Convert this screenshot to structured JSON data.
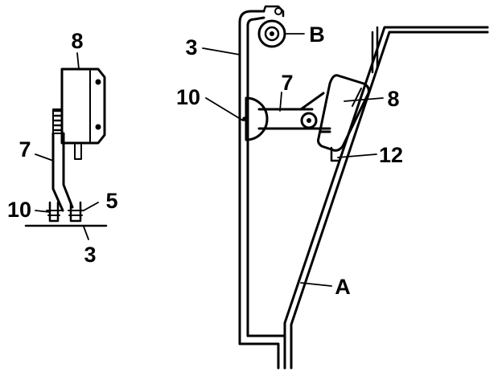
{
  "diagram": {
    "left_view": {
      "labels": {
        "part_8": "8",
        "part_7": "7",
        "part_10": "10",
        "part_5": "5",
        "part_3": "3"
      }
    },
    "main_view": {
      "labels": {
        "part_3": "3",
        "part_B": "B",
        "part_10": "10",
        "part_7": "7",
        "part_8": "8",
        "part_12": "12",
        "part_A": "A"
      }
    }
  }
}
